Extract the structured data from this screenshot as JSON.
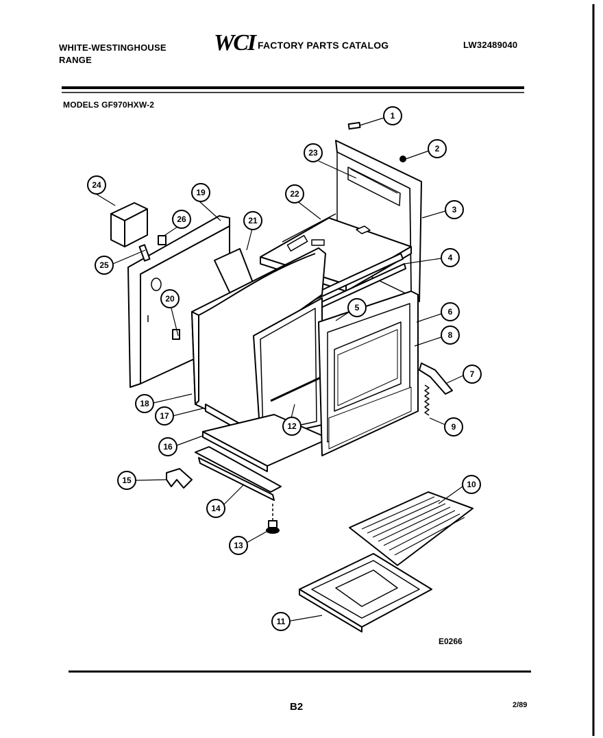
{
  "header": {
    "brand_line1": "WHITE-WESTINGHOUSE",
    "brand_line2": "RANGE",
    "logo": "WCI",
    "catalog_title": "FACTORY PARTS CATALOG",
    "catalog_number": "LW32489040",
    "models_label": "MODELS GF970HXW-2"
  },
  "diagram": {
    "drawing_code": "E0266",
    "callouts": [
      "1",
      "2",
      "3",
      "4",
      "5",
      "6",
      "7",
      "8",
      "9",
      "10",
      "11",
      "12",
      "13",
      "14",
      "15",
      "16",
      "17",
      "18",
      "19",
      "20",
      "21",
      "22",
      "23",
      "24",
      "25",
      "26"
    ]
  },
  "footer": {
    "page": "B2",
    "date": "2/89"
  }
}
